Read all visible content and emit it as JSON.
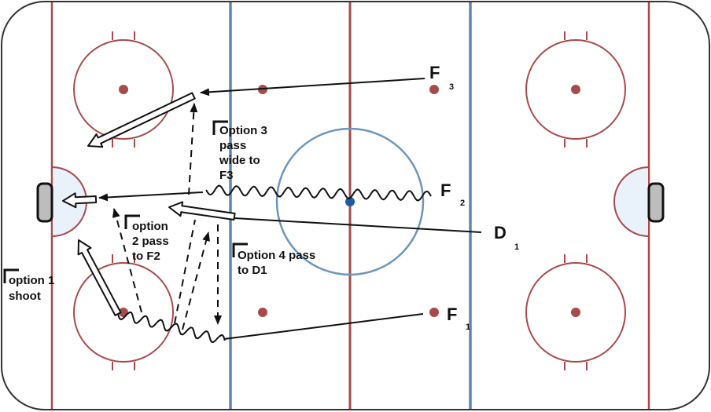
{
  "colors": {
    "board": "#333333",
    "red_line": "#a84a4a",
    "blue_line": "#5a87b6",
    "center_circle": "#6e96bd",
    "center_dot": "#1d5aa8",
    "crease_fill": "#e9f1fa",
    "net_fill": "#bdbdbd",
    "drill_line": "#111111"
  },
  "players": {
    "f3": {
      "letter": "F",
      "sub": "3"
    },
    "f2": {
      "letter": "F",
      "sub": "2"
    },
    "d1": {
      "letter": "D",
      "sub": "1"
    },
    "f1": {
      "letter": "F",
      "sub": "1"
    }
  },
  "options": {
    "opt3": [
      "Option 3",
      "pass",
      "wide to",
      "F3"
    ],
    "opt2": [
      "option",
      "2 pass",
      "to F2"
    ],
    "opt4": [
      "Option 4 pass",
      "to D1"
    ],
    "opt1": [
      "option 1",
      "shoot"
    ]
  }
}
